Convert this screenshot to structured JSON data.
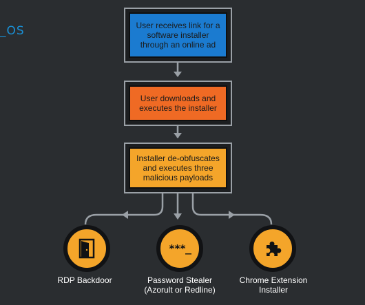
{
  "brand": {
    "logo_text": "_OS",
    "color": "#1a8fd4"
  },
  "flow": {
    "steps": [
      {
        "label": "User receives link for a software installer through an online ad",
        "color": "#1b7bd0"
      },
      {
        "label": "User downloads and executes the installer",
        "color": "#ef6a24"
      },
      {
        "label": "Installer de-obfuscates and executes three malicious payloads",
        "color": "#f4a52a"
      }
    ],
    "payloads": [
      {
        "label": "RDP Backdoor",
        "icon": "door-icon"
      },
      {
        "label": "Password Stealer\n(Azorult or Redline)",
        "icon": "password-icon",
        "icon_text": "***_"
      },
      {
        "label": "Chrome Extension\nInstaller",
        "icon": "puzzle-piece-icon"
      }
    ]
  }
}
